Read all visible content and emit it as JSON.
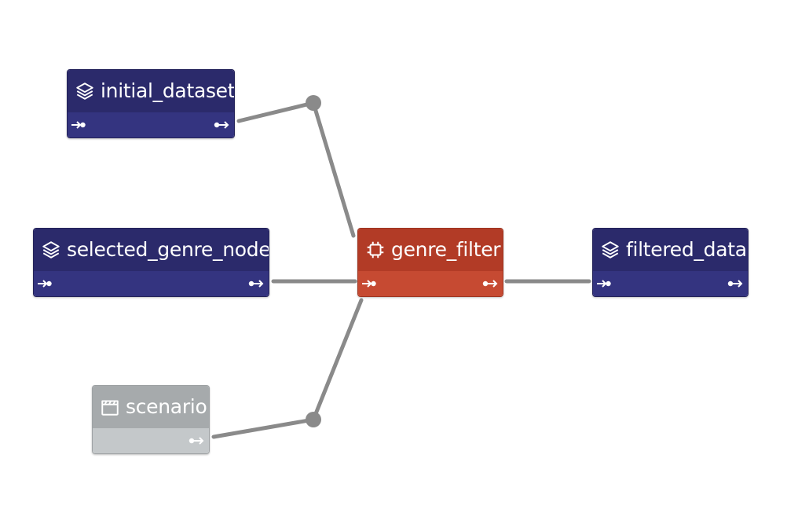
{
  "diagram": {
    "nodes": [
      {
        "id": "initial_dataset",
        "label": "initial_dataset",
        "kind": "dataset",
        "icon": "layers-icon",
        "theme": "dark",
        "has_input": true,
        "has_output": true
      },
      {
        "id": "selected_genre_node",
        "label": "selected_genre_node",
        "kind": "dataset",
        "icon": "layers-icon",
        "theme": "dark",
        "has_input": true,
        "has_output": true
      },
      {
        "id": "genre_filter",
        "label": "genre_filter",
        "kind": "processor",
        "icon": "chip-icon",
        "theme": "red",
        "has_input": true,
        "has_output": true
      },
      {
        "id": "filtered_data",
        "label": "filtered_data",
        "kind": "dataset",
        "icon": "layers-icon",
        "theme": "dark",
        "has_input": true,
        "has_output": true
      },
      {
        "id": "scenario",
        "label": "scenario",
        "kind": "scenario",
        "icon": "clapperboard-icon",
        "theme": "grey",
        "has_input": false,
        "has_output": true
      }
    ],
    "edges": [
      {
        "from": "initial_dataset",
        "to": "genre_filter"
      },
      {
        "from": "selected_genre_node",
        "to": "genre_filter"
      },
      {
        "from": "scenario",
        "to": "genre_filter"
      },
      {
        "from": "genre_filter",
        "to": "filtered_data"
      }
    ],
    "colors": {
      "dataset_header": "#2b2a6b",
      "dataset_footer": "#343480",
      "processor_header": "#b23b26",
      "processor_footer": "#c64a32",
      "scenario_header": "#a6aaac",
      "scenario_footer": "#c4c8ca",
      "edge": "#8a8a8a"
    }
  }
}
